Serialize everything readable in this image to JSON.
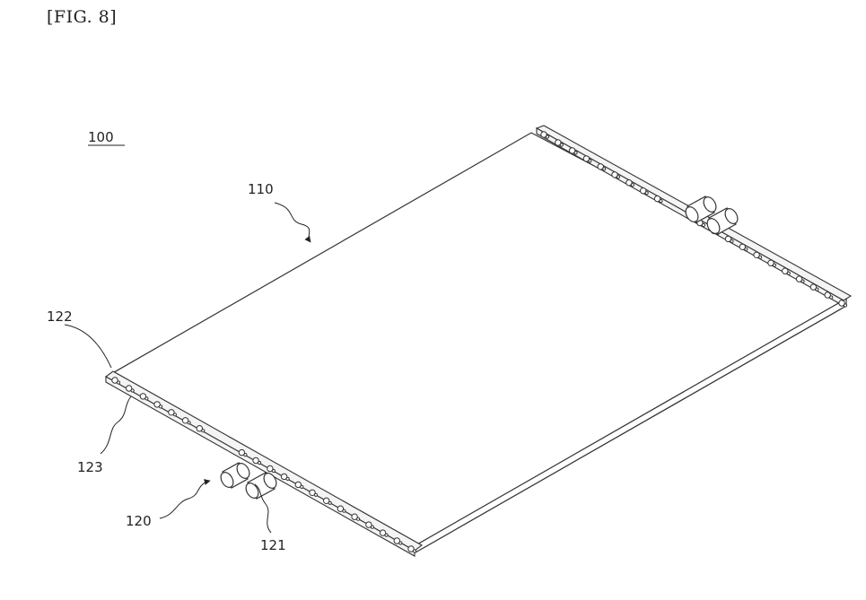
{
  "figure": {
    "title": "[FIG. 8]"
  },
  "labels": {
    "assembly": "100",
    "plate": "110",
    "manifold": "120",
    "port": "121",
    "end_cap": "122",
    "channel": "123"
  }
}
